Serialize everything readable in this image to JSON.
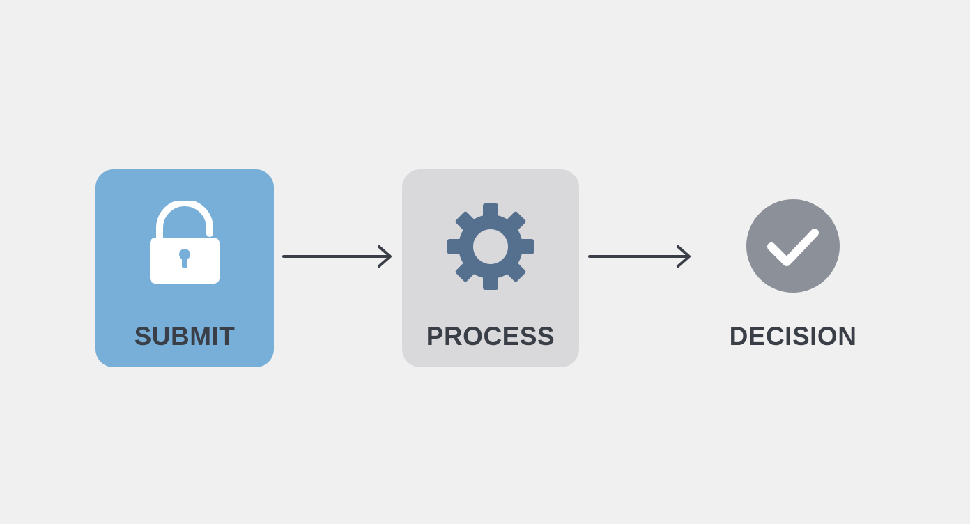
{
  "steps": {
    "submit": {
      "label": "SUBMIT",
      "icon": "lock-icon",
      "color": "#78afd8"
    },
    "process": {
      "label": "PROCESS",
      "icon": "gear-icon",
      "color": "#d9d9db"
    },
    "decision": {
      "label": "DECISION",
      "icon": "check-circle-icon"
    }
  },
  "colors": {
    "background": "#f0f0f0",
    "text": "#3a3e47",
    "gear": "#54708e",
    "check_circle": "#8b9099",
    "arrow": "#3a3e47"
  }
}
